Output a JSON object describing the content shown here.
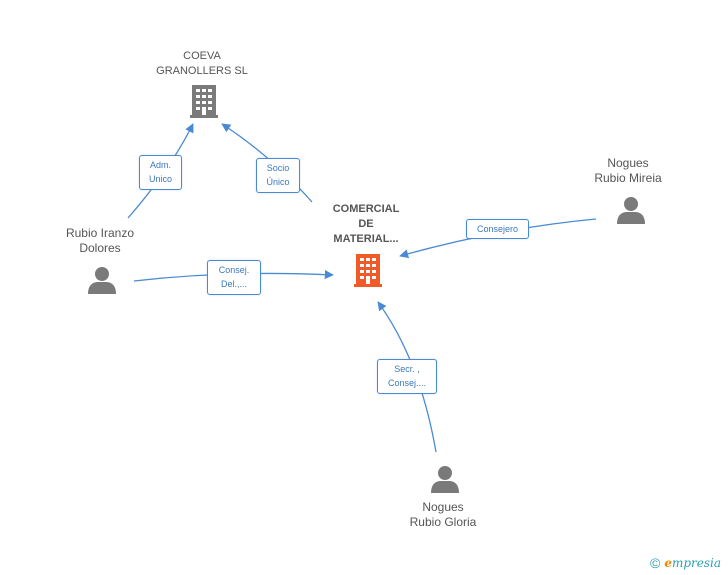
{
  "nodes": {
    "coeva": {
      "label": "COEVA\nGRANOLLERS SL",
      "icon": "building-icon",
      "color": "#7a7a7a"
    },
    "center": {
      "label": "COMERCIAL\nDE\nMATERIAL...",
      "icon": "building-icon",
      "color": "#f05a28"
    },
    "rubio_iranzo": {
      "label": "Rubio Iranzo\nDolores",
      "icon": "person-icon",
      "color": "#7a7a7a"
    },
    "nogues_mireia": {
      "label": "Nogues\nRubio Mireia",
      "icon": "person-icon",
      "color": "#7a7a7a"
    },
    "nogues_gloria": {
      "label": "Nogues\nRubio Gloria",
      "icon": "person-icon",
      "color": "#7a7a7a"
    }
  },
  "edges": {
    "adm_unico": "Adm.\nUnico",
    "socio_unico": "Socio\nÚnico",
    "consejero": "Consejero",
    "consej_del": "Consej.\nDel.,...",
    "secr_consej": "Secr. ,\nConsej...."
  },
  "colors": {
    "edge": "#4a8ad4",
    "label_border": "#4a8ad4"
  },
  "footer": {
    "copyright": "©",
    "brand_initial": "e",
    "brand_rest": "mpresia"
  }
}
